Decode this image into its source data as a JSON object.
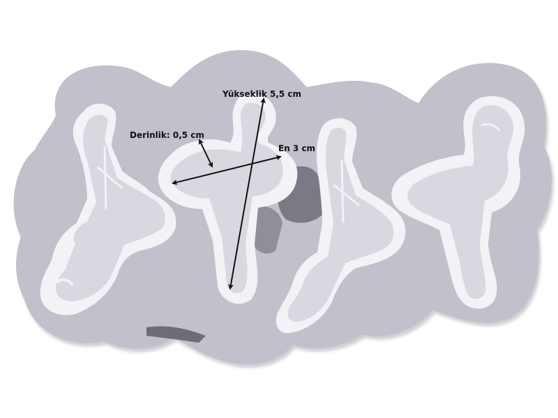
{
  "photo": {
    "subject": "silicone mold with four flamingo-shaped cavities"
  },
  "dimensions": {
    "height_label": "Yükseklik 5,5 cm",
    "width_label": "En 3 cm",
    "depth_label": "Derinlik: 0,5 cm"
  },
  "colors": {
    "mold": "#c2c0ca",
    "mold_shadow": "#a9a7b3",
    "cavity_rim": "#f3f2f6",
    "cavity_floor": "#d9d8e0",
    "arrow": "#111111",
    "background": "#ffffff"
  }
}
